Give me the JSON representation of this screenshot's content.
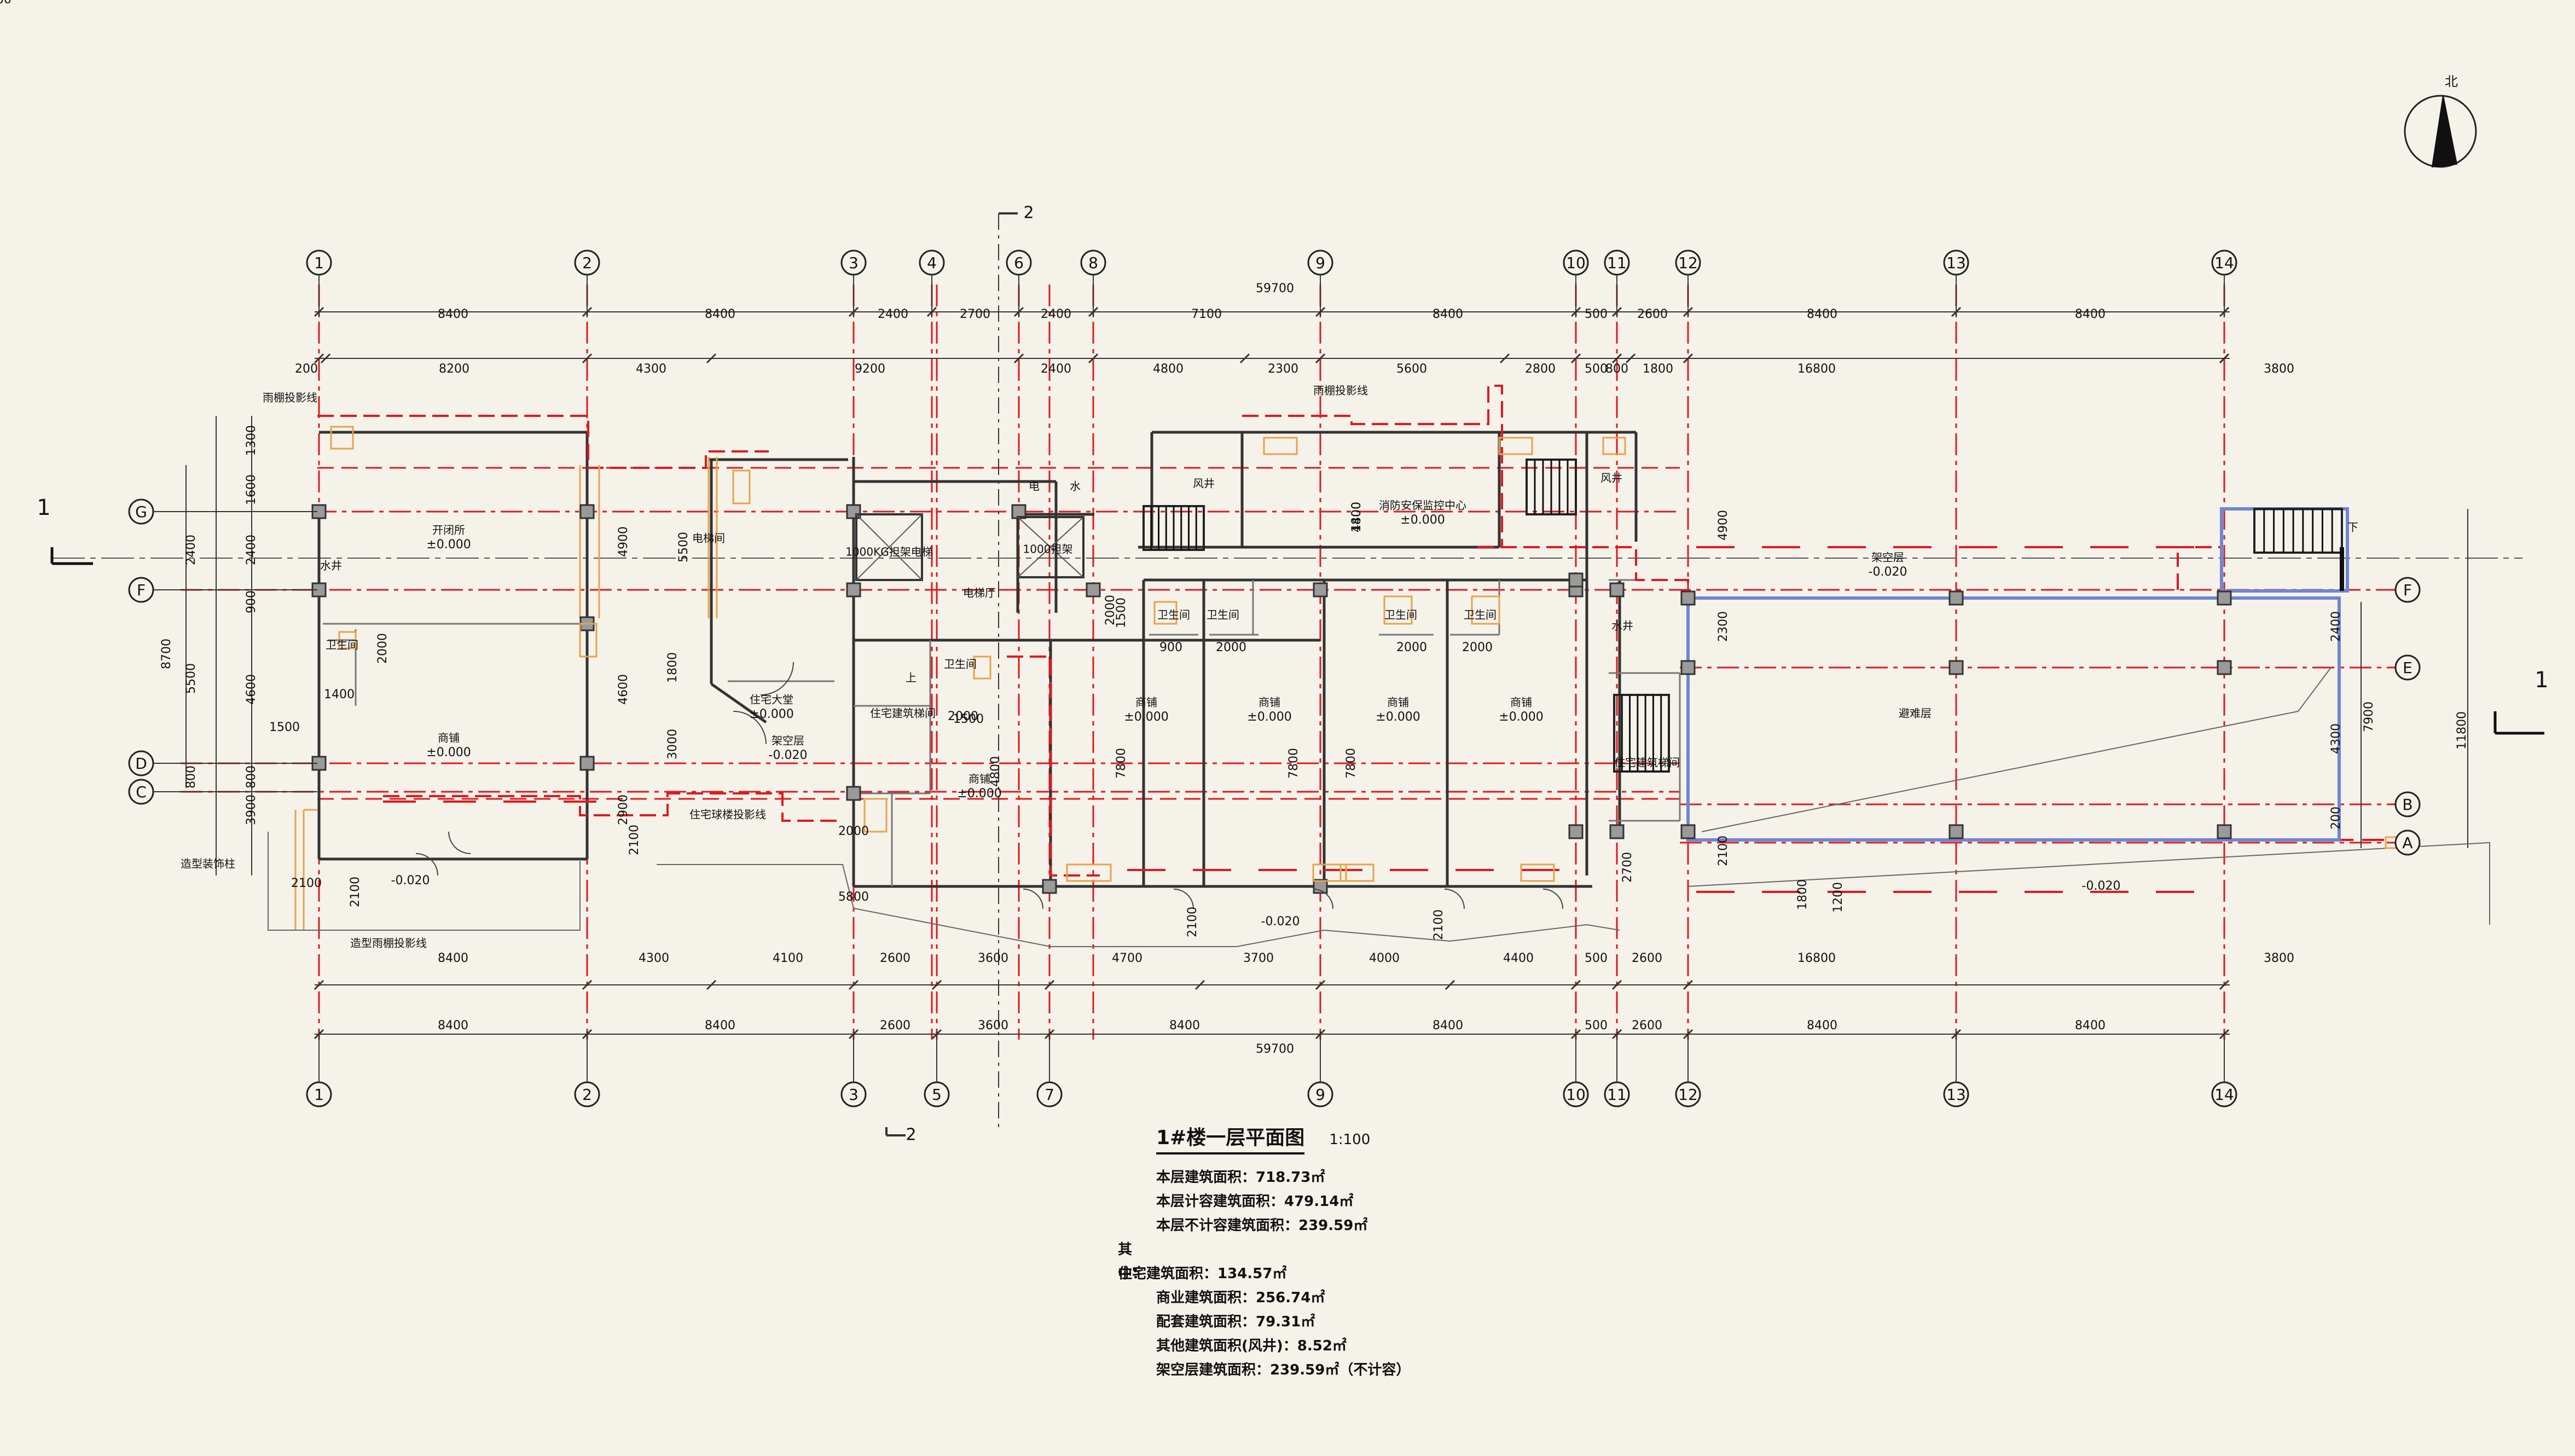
{
  "drawing": {
    "north_label": "北",
    "title": "1#楼一层平面图",
    "scale": "1:100",
    "section_1": "1",
    "section_2": "2",
    "areas": [
      {
        "prefix": "",
        "text": "本层建筑面积：718.73㎡"
      },
      {
        "prefix": "",
        "text": "本层计容建筑面积：479.14㎡"
      },
      {
        "prefix": "",
        "text": "本层不计容建筑面积：239.59㎡"
      },
      {
        "prefix": "其中：",
        "text": "住宅建筑面积：134.57㎡"
      },
      {
        "prefix": "",
        "text": "商业建筑面积：256.74㎡"
      },
      {
        "prefix": "",
        "text": "配套建筑面积：79.31㎡"
      },
      {
        "prefix": "",
        "text": "其他建筑面积(风井)：8.52㎡"
      },
      {
        "prefix": "",
        "text": "架空层建筑面积：239.59㎡（不计容）"
      }
    ]
  },
  "axes_top": [
    "1",
    "2",
    "3",
    "4",
    "6",
    "8",
    "9",
    "10",
    "11",
    "12",
    "13",
    "14"
  ],
  "axes_bottom": [
    "1",
    "2",
    "3",
    "5",
    "7",
    "9",
    "10",
    "11",
    "12",
    "13",
    "14"
  ],
  "axes_left": [
    "G",
    "F",
    "D",
    "C"
  ],
  "axes_right": [
    "F",
    "E",
    "B",
    "A"
  ],
  "dims": {
    "top_total": "59700",
    "top_row1": [
      "8400",
      "8400",
      "2400",
      "2700",
      "2400",
      "7100",
      "8400",
      "500",
      "2600",
      "8400",
      "8400"
    ],
    "top_row2": [
      "200",
      "8200",
      "4300",
      "9200",
      "2400",
      "4800",
      "2300",
      "5600",
      "2800",
      "500",
      "800",
      "1800",
      "16800",
      "3800"
    ],
    "bottom_row1": [
      "8400",
      "4300",
      "4100",
      "2600",
      "3600",
      "4700",
      "3700",
      "4000",
      "4400",
      "500",
      "2600",
      "16800",
      "3800"
    ],
    "bottom_row2": [
      "8400",
      "8400",
      "2600",
      "3600",
      "8400",
      "8400",
      "500",
      "2600",
      "8400",
      "8400"
    ],
    "bottom_total": "59700",
    "left_outer": [
      "8700"
    ],
    "left_mid": [
      "2400",
      "5500",
      "800"
    ],
    "left_inner": [
      "1300",
      "1600",
      "2400",
      "900",
      "4600",
      "800",
      "3900"
    ],
    "right_outer": "11800",
    "right_inner": [
      "2400",
      "7900",
      "4300",
      "200"
    ],
    "misc": [
      "4900",
      "5500",
      "4600",
      "1800",
      "3000",
      "2900",
      "2100",
      "1500",
      "2000",
      "1400",
      "2000",
      "1500",
      "7800",
      "7800",
      "7800",
      "4800",
      "4900",
      "2300",
      "2700",
      "2100",
      "1800",
      "1200",
      "2100",
      "2100",
      "2100",
      "2100",
      "900",
      "2000",
      "2000",
      "2000",
      "2000",
      "2000",
      "1500",
      "1400",
      "4800",
      "5800",
      "900"
    ]
  },
  "rooms": [
    {
      "name": "雨棚投影线",
      "sub": ""
    },
    {
      "name": "开闭所",
      "sub": "±0.000"
    },
    {
      "name": "水井",
      "sub": ""
    },
    {
      "name": "卫生间",
      "sub": ""
    },
    {
      "name": "商铺",
      "sub": "±0.000"
    },
    {
      "name": "电梯间",
      "sub": ""
    },
    {
      "name": "住宅大堂",
      "sub": "±0.000"
    },
    {
      "name": "架空层",
      "sub": "-0.020"
    },
    {
      "name": "1000KG担架电梯",
      "sub": ""
    },
    {
      "name": "电梯厅",
      "sub": ""
    },
    {
      "name": "1000担架",
      "sub": ""
    },
    {
      "name": "电",
      "sub": ""
    },
    {
      "name": "水",
      "sub": ""
    },
    {
      "name": "住宅建筑梯间",
      "sub": ""
    },
    {
      "name": "上",
      "sub": ""
    },
    {
      "name": "卫生间",
      "sub": ""
    },
    {
      "name": "商铺",
      "sub": "±0.000"
    },
    {
      "name": "风井",
      "sub": ""
    },
    {
      "name": "卫生间",
      "sub": ""
    },
    {
      "name": "卫生间",
      "sub": ""
    },
    {
      "name": "商铺",
      "sub": "±0.000"
    },
    {
      "name": "商铺",
      "sub": "±0.000"
    },
    {
      "name": "雨棚投影线",
      "sub": ""
    },
    {
      "name": "消防安保监控中心",
      "sub": "±0.000"
    },
    {
      "name": "卫生间",
      "sub": ""
    },
    {
      "name": "卫生间",
      "sub": ""
    },
    {
      "name": "商铺",
      "sub": "±0.000"
    },
    {
      "name": "商铺",
      "sub": "±0.000"
    },
    {
      "name": "风井",
      "sub": ""
    },
    {
      "name": "水井",
      "sub": ""
    },
    {
      "name": "住宅建筑梯间",
      "sub": ""
    },
    {
      "name": "架空层",
      "sub": "-0.020"
    },
    {
      "name": "避难层",
      "sub": ""
    },
    {
      "name": "下",
      "sub": ""
    },
    {
      "name": "住宅球楼投影线",
      "sub": ""
    },
    {
      "name": "造型装饰柱",
      "sub": ""
    },
    {
      "name": "造型雨棚投影线",
      "sub": ""
    },
    {
      "name": "",
      "sub": "-0.020"
    },
    {
      "name": "",
      "sub": "-0.020"
    },
    {
      "name": "",
      "sub": "-0.020"
    }
  ]
}
